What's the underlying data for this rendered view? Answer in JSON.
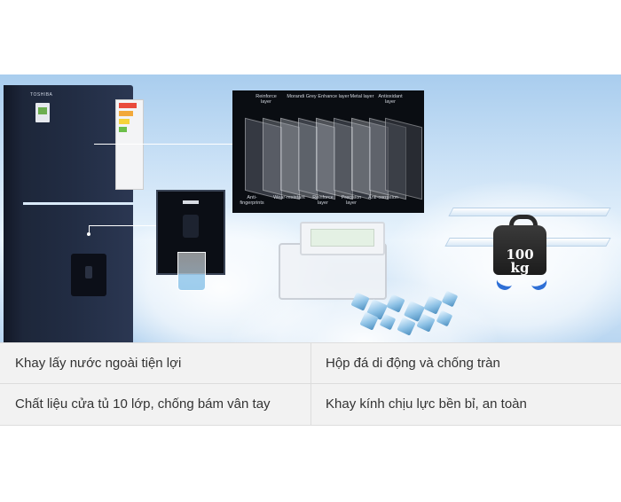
{
  "banner": {
    "fridge": {
      "brand": "TOSHIBA"
    },
    "door_layers": {
      "top_labels": [
        "Reinforce layer",
        "Morandi Grey",
        "Enhance layer",
        "Metal layer",
        "Antioxidant layer"
      ],
      "bottom_labels": [
        "Anti-fingerprints",
        "Wear-resistant",
        "Reinforce layer",
        "Precision layer",
        "Anti-corrosion"
      ]
    },
    "weight": {
      "line1": "100",
      "line2": "kg"
    }
  },
  "features": [
    [
      "Khay lấy nước ngoài tiện lợi",
      "Hộp đá di động và chống tràn"
    ],
    [
      "Chất liệu cửa tủ 10 lớp, chống bám vân tay",
      "Khay kính chịu lực bền bỉ, an toàn"
    ]
  ],
  "colors": {
    "fridge_body": "#222d44",
    "feature_bg": "#f2f2f2",
    "feature_text": "#333333",
    "arrow_blue": "#2e6fd6"
  }
}
